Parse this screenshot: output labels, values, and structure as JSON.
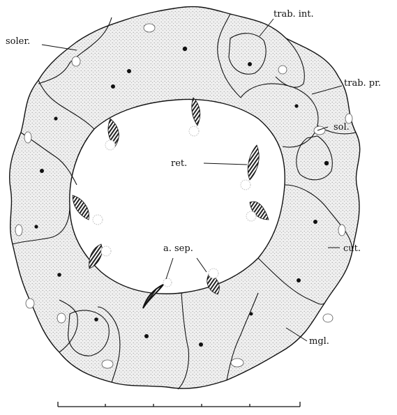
{
  "labels": {
    "soler": "soler.",
    "trab_int": "trab. int.",
    "trab_pr": "trab. pr.",
    "sol": "sol.",
    "ret": "ret.",
    "a_sep": "a. sep.",
    "cut": "cut.",
    "mgl": "mgl."
  },
  "colors": {
    "ink": "#111111",
    "tissue_fill": "#e9e9e9",
    "background": "#ffffff"
  }
}
